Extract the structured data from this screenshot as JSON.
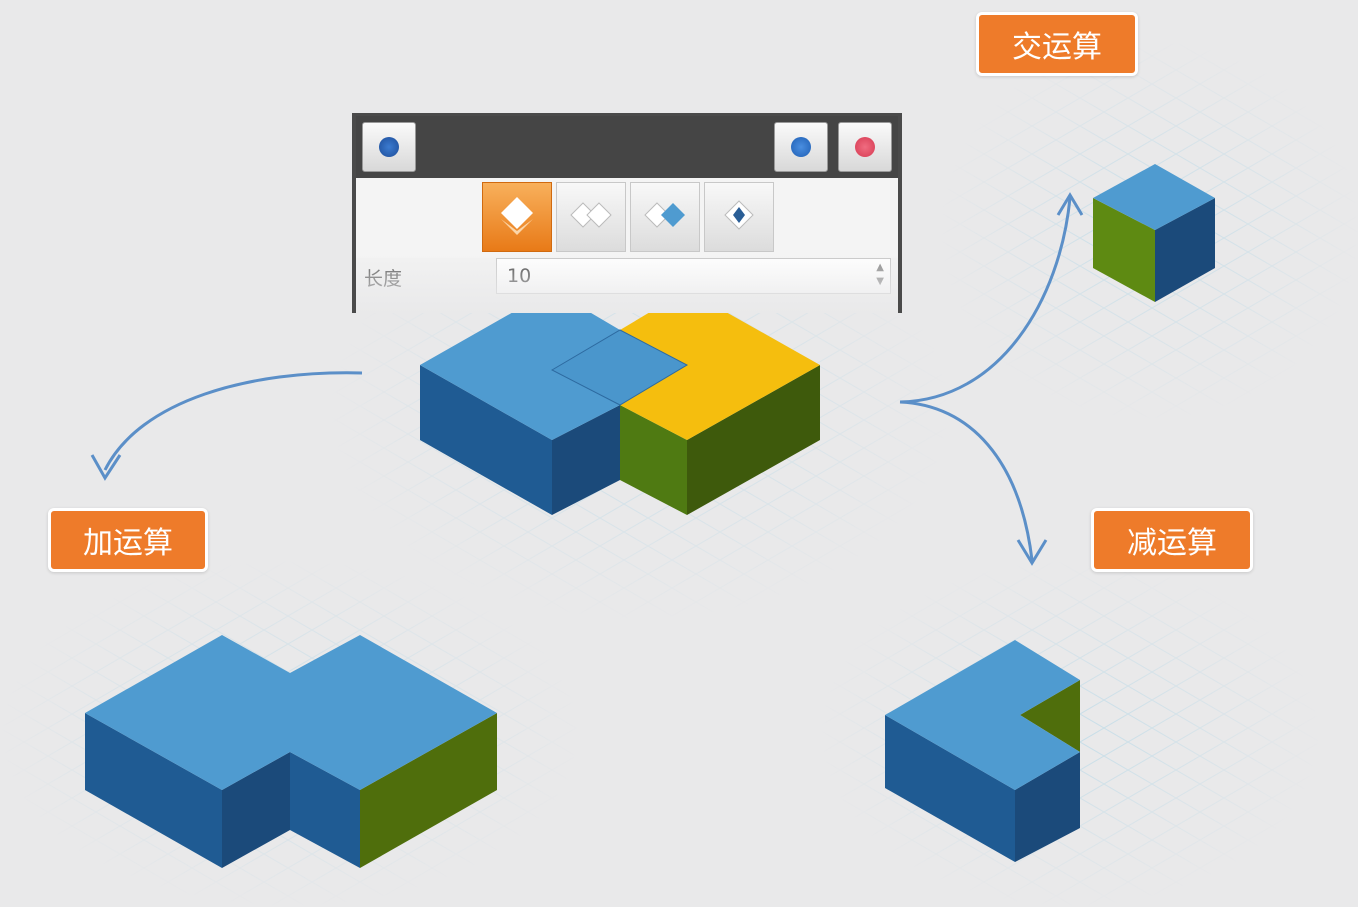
{
  "toolbar": {
    "info_icon": "info-icon",
    "confirm_icon": "confirm-icon",
    "cancel_icon": "cancel-icon",
    "modes": [
      {
        "icon": "union-mode-icon",
        "active": true
      },
      {
        "icon": "subtract-mode-icon",
        "active": false
      },
      {
        "icon": "intersect-mode-icon",
        "active": false
      },
      {
        "icon": "split-mode-icon",
        "active": false
      }
    ],
    "length_label": "长度",
    "length_value": "10"
  },
  "labels": {
    "intersect": "交运算",
    "union": "加运算",
    "subtract": "减运算"
  },
  "colors": {
    "cube_top_blue": "#4f9bd0",
    "cube_side_blue_dark": "#1b4a7a",
    "cube_side_blue_mid": "#1f5b93",
    "cube_top_yellow": "#f5be0e",
    "cube_side_green": "#4f7a12",
    "cube_side_green_dark": "#3e5a0c",
    "tag_orange": "#ee7b2a",
    "arrow_blue": "#5b8fc8",
    "grid_line": "#bcd8e4"
  }
}
